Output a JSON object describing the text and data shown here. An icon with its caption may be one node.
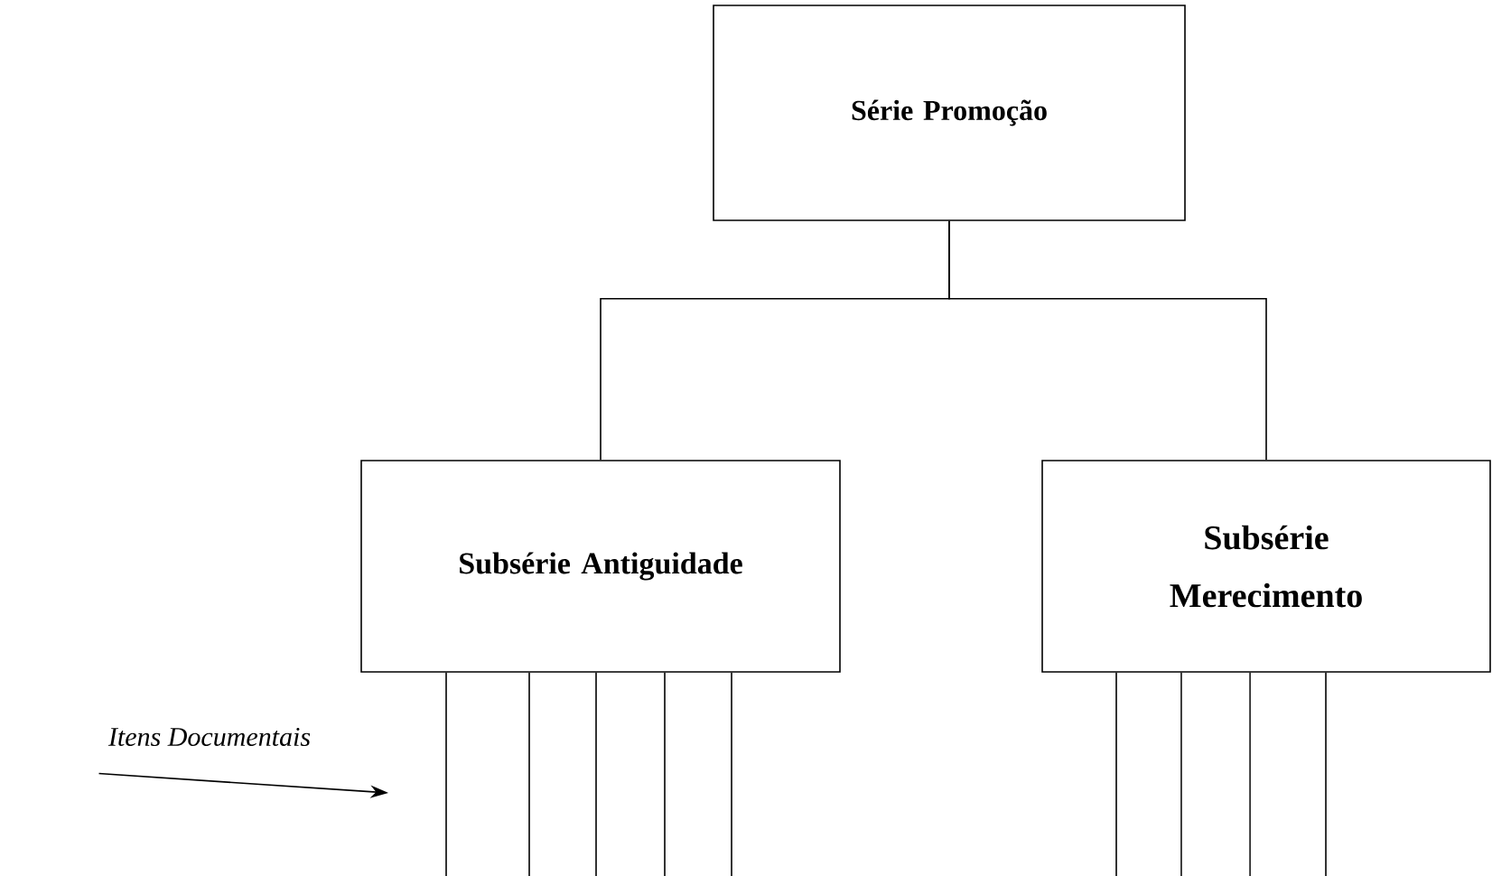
{
  "diagram": {
    "nodes": [
      {
        "text": [
          "Série Promoção"
        ]
      },
      {
        "text": [
          "Subsérie Antiguidade"
        ]
      },
      {
        "text": [
          "Subsérie Merecimento"
        ]
      },
      {
        "text": [
          "Itens Documentais"
        ]
      }
    ],
    "edges": [
      {
        "from": 0,
        "to": 1,
        "arrow": "none"
      },
      {
        "from": 0,
        "to": 2,
        "arrow": "none"
      },
      {
        "from": 1,
        "to": null,
        "arrow": "none"
      },
      {
        "from": 1,
        "to": null,
        "arrow": "none"
      },
      {
        "from": 1,
        "to": null,
        "arrow": "none"
      },
      {
        "from": 1,
        "to": null,
        "arrow": "none"
      },
      {
        "from": 1,
        "to": null,
        "arrow": "none"
      },
      {
        "from": 2,
        "to": null,
        "arrow": "none"
      },
      {
        "from": 2,
        "to": null,
        "arrow": "none"
      },
      {
        "from": 2,
        "to": null,
        "arrow": "none"
      },
      {
        "from": 2,
        "to": null,
        "arrow": "none"
      },
      {
        "from": 3,
        "to": null,
        "arrow": "to"
      }
    ]
  }
}
